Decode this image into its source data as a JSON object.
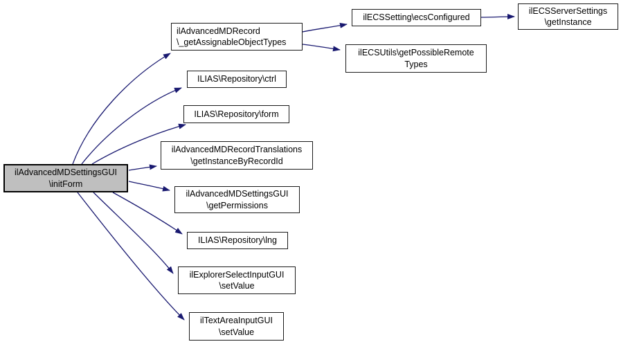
{
  "diagram": {
    "type": "call-graph",
    "description": "Doxygen caller graph for ilAdvancedMDSettingsGUI::initForm",
    "colors": {
      "background": "#ffffff",
      "edge": "#191970",
      "node_border": "#1a1a1a",
      "node_fill": "#ffffff",
      "highlight_fill": "#bfbfbf",
      "text": "#000000"
    },
    "nodes": [
      {
        "id": "initForm",
        "label": "ilAdvancedMDSettingsGUI\n\\initForm",
        "highlighted": true
      },
      {
        "id": "getAssignable",
        "label": "ilAdvancedMDRecord\n\\_getAssignableObjectTypes",
        "highlighted": false
      },
      {
        "id": "ctrl",
        "label": "ILIAS\\Repository\\ctrl",
        "highlighted": false
      },
      {
        "id": "form",
        "label": "ILIAS\\Repository\\form",
        "highlighted": false
      },
      {
        "id": "translations",
        "label": "ilAdvancedMDRecordTranslations\n\\getInstanceByRecordId",
        "highlighted": false
      },
      {
        "id": "getPermissions",
        "label": "ilAdvancedMDSettingsGUI\n\\getPermissions",
        "highlighted": false
      },
      {
        "id": "lng",
        "label": "ILIAS\\Repository\\lng",
        "highlighted": false
      },
      {
        "id": "explorerSetValue",
        "label": "ilExplorerSelectInputGUI\n\\setValue",
        "highlighted": false
      },
      {
        "id": "textAreaSetValue",
        "label": "ilTextAreaInputGUI\n\\setValue",
        "highlighted": false
      },
      {
        "id": "ecsConfigured",
        "label": "ilECSSetting\\ecsConfigured",
        "highlighted": false
      },
      {
        "id": "possibleRemote",
        "label": "ilECSUtils\\getPossibleRemote\nTypes",
        "highlighted": false
      },
      {
        "id": "serverSettings",
        "label": "ilECSServerSettings\n\\getInstance",
        "highlighted": false
      }
    ],
    "edges": [
      {
        "from": "initForm",
        "to": "getAssignable"
      },
      {
        "from": "initForm",
        "to": "ctrl"
      },
      {
        "from": "initForm",
        "to": "form"
      },
      {
        "from": "initForm",
        "to": "translations"
      },
      {
        "from": "initForm",
        "to": "getPermissions"
      },
      {
        "from": "initForm",
        "to": "lng"
      },
      {
        "from": "initForm",
        "to": "explorerSetValue"
      },
      {
        "from": "initForm",
        "to": "textAreaSetValue"
      },
      {
        "from": "getAssignable",
        "to": "ecsConfigured"
      },
      {
        "from": "getAssignable",
        "to": "possibleRemote"
      },
      {
        "from": "ecsConfigured",
        "to": "serverSettings"
      }
    ]
  }
}
